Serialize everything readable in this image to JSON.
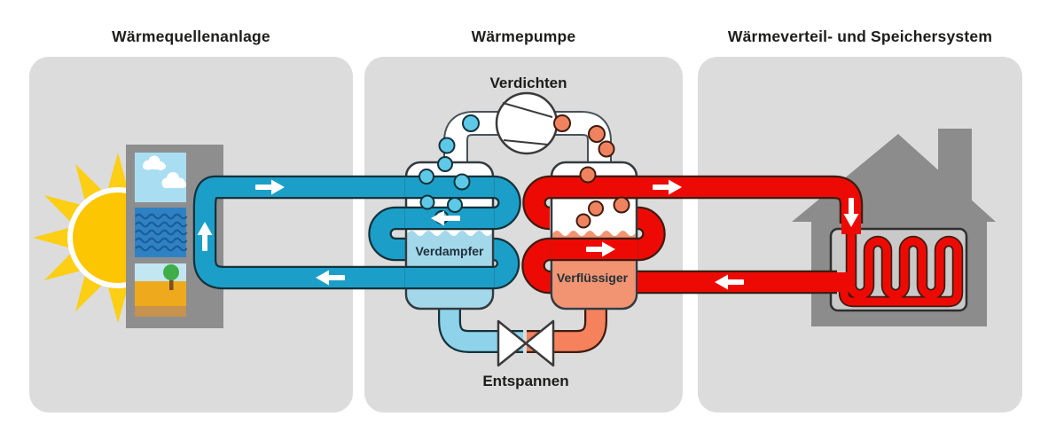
{
  "headings": {
    "left": "Wärmequellenanlage",
    "middle": "Wärmepumpe",
    "right": "Wärmeverteil- und Speichersystem"
  },
  "process_labels": {
    "compress": "Verdichten",
    "evaporator": "Verdampfer",
    "condenser": "Verflüssiger",
    "expand": "Entspannen"
  },
  "colors": {
    "panel_bg": "#dcdcdc",
    "source_pipe": "#1b9fc8",
    "hot_pipe": "#ee0a04",
    "cold_liquid_pipe": "#8fd3ea",
    "warm_liquid_pipe": "#f5825c",
    "evaporator_liquid": "#a2d8ea",
    "condenser_liquid": "#f29472",
    "sun_yellow": "#fcc602",
    "sun_ray_yellow": "#fcce14",
    "house_gray": "#8c8c8c",
    "radiator_gray": "#c9c9c9",
    "pipe_outline_dark": "#14323c",
    "hot_outline_dark": "#3f1c10",
    "vessel_outline": "#333b40",
    "arrow_white": "#ffffff",
    "water_tile_blue": "#2e82c4",
    "sand_tile_orange": "#eeaa1c"
  },
  "icons": {
    "sun": "sun-icon",
    "collector": "heat-source-collector-icon",
    "air_tile": "air-cloud-tile-icon",
    "water_tile": "water-waves-tile-icon",
    "ground_tile": "ground-tree-tile-icon",
    "compressor": "compressor-circle-icon",
    "expansion_valve": "expansion-valve-bowtie-icon",
    "house": "house-icon",
    "radiator": "radiator-coil-icon",
    "flow_arrow": "white-flow-arrow-icon",
    "bubbles": "refrigerant-bubbles"
  }
}
